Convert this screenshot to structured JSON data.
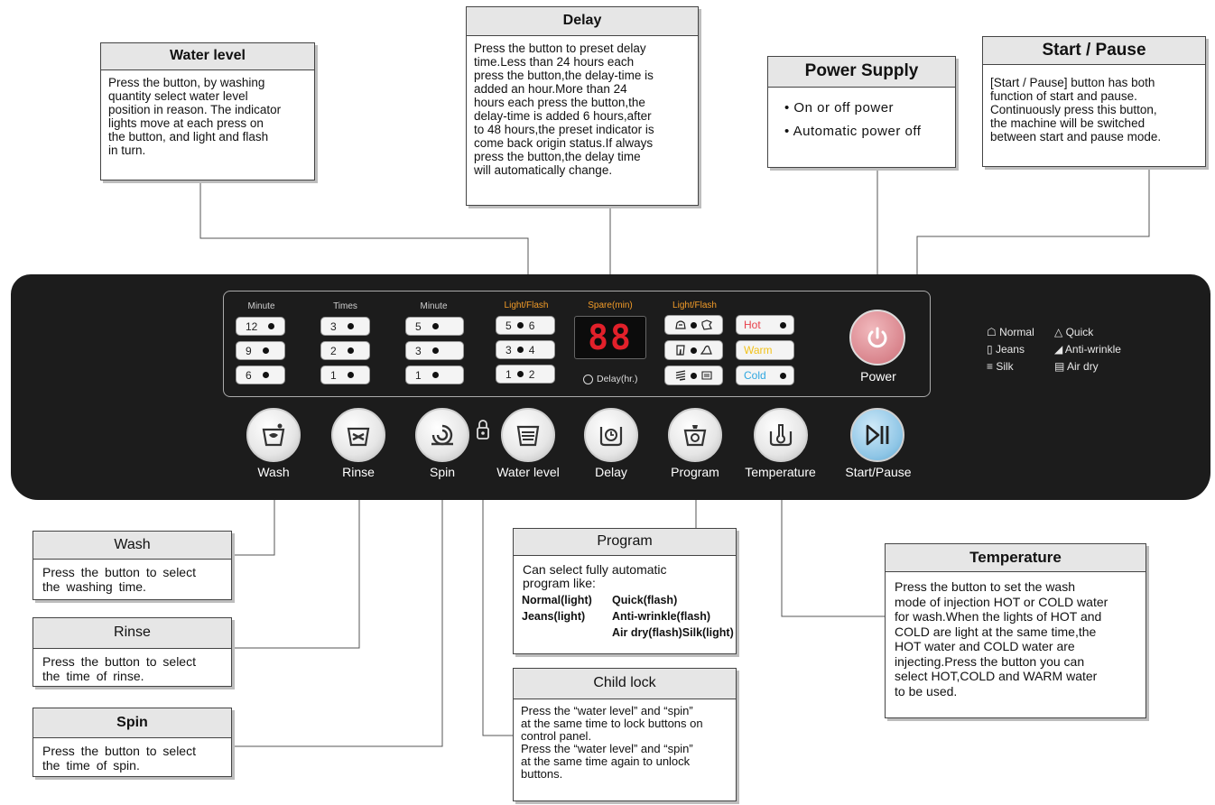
{
  "callouts": {
    "water_level": {
      "title": "Water level",
      "body": "Press the button, by washing\nquantity select water level\nposition in reason. The indicator\nlights move at each press on\nthe button, and light and flash\nin turn."
    },
    "delay": {
      "title": "Delay",
      "body": "Press the button to preset delay\ntime.Less than 24 hours each\npress the button,the delay-time is\nadded an hour.More than 24\nhours each press the button,the\ndelay-time is added 6 hours,after\nto 48 hours,the preset indicator is\ncome back origin status.If always\npress the button,the delay time\nwill automatically change."
    },
    "power_supply": {
      "title": "Power Supply",
      "items": [
        "On or off power",
        "Automatic power off"
      ]
    },
    "start_pause": {
      "title": "Start / Pause",
      "body": "[Start / Pause] button has both\n function of start and pause.\n Continuously press this button,\n the machine will be switched\n between start and pause mode."
    },
    "wash": {
      "title": "Wash",
      "body": "Press the button to select\nthe washing time."
    },
    "rinse": {
      "title": "Rinse",
      "body": "Press the button to select\nthe time of rinse."
    },
    "spin": {
      "title": "Spin",
      "body": "Press the button to select\nthe time of spin."
    },
    "program": {
      "title": "Program",
      "body": "Can select fully automatic\n program like:",
      "rows": [
        [
          "Normal(light)",
          "Quick(flash)"
        ],
        [
          "Jeans(light)",
          "Anti-wrinkle(flash)"
        ],
        [
          "",
          "Air dry(flash)Silk(light)"
        ]
      ]
    },
    "child_lock": {
      "title": "Child lock",
      "body": "Press the “water level” and “spin”\n at the same time to lock buttons on\ncontrol panel.\nPress the “water level” and “spin”\n at the same time again to unlock\n buttons."
    },
    "temperature": {
      "title": "Temperature",
      "body": "Press the button to set the wash\nmode of injection HOT or COLD water\nfor wash.When the lights of HOT and\nCOLD are light at the same time,the\nHOT water and COLD water are\ninjecting.Press the button you can\nselect HOT,COLD and WARM water\nto be used."
    }
  },
  "display": {
    "headers": {
      "wash": "Minute",
      "rinse": "Times",
      "spin": "Minute",
      "water": "Light/Flash",
      "spare": "Spare(min)",
      "program": "Light/Flash"
    },
    "wash_values": [
      "12",
      "9",
      "6"
    ],
    "rinse_values": [
      "3",
      "2",
      "1"
    ],
    "spin_values": [
      "5",
      "3",
      "1"
    ],
    "water_values": [
      [
        "5",
        "6"
      ],
      [
        "3",
        "4"
      ],
      [
        "1",
        "2"
      ]
    ],
    "segment": "88",
    "delay_label": "Delay(hr.)",
    "temperature": [
      {
        "label": "Hot",
        "color": "#e8404a"
      },
      {
        "label": "Warm",
        "color": "#f2c21b"
      },
      {
        "label": "Cold",
        "color": "#2fa7e0"
      }
    ]
  },
  "buttons": {
    "power": "Power",
    "wash": "Wash",
    "rinse": "Rinse",
    "spin": "Spin",
    "water": "Water level",
    "delay": "Delay",
    "program": "Program",
    "temperature": "Temperature",
    "start": "Start/Pause"
  },
  "legend": {
    "normal": "Normal",
    "quick": "Quick",
    "jeans": "Jeans",
    "anti": "Anti-wrinkle",
    "silk": "Silk",
    "airdry": "Air dry"
  }
}
